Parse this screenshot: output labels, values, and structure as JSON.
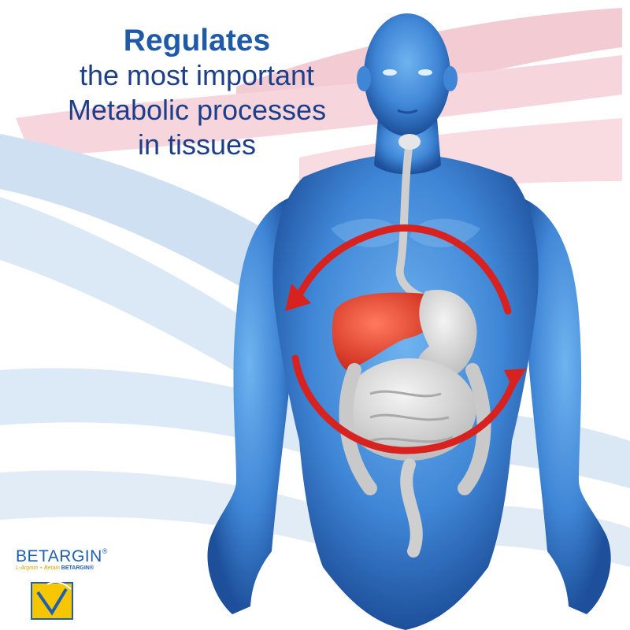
{
  "headline": {
    "line1": "Regulates",
    "line2": "the most important",
    "line3": "Metabolic processes",
    "line4": "in tissues"
  },
  "brand": {
    "name": "BETARGIN",
    "registered": "®",
    "tagline_part1": "L-Arginin + Betain",
    "tagline_part2": "BETARGIN",
    "tagline_reg": "®"
  },
  "colors": {
    "body": "#3f86d6",
    "liver": "#e23b2a",
    "arrow": "#d8221f",
    "text_dark": "#1d3f8a",
    "text_accent": "#1f5aa8"
  },
  "icons": [
    "cycle-arrows-icon",
    "brand-logo-icon"
  ]
}
